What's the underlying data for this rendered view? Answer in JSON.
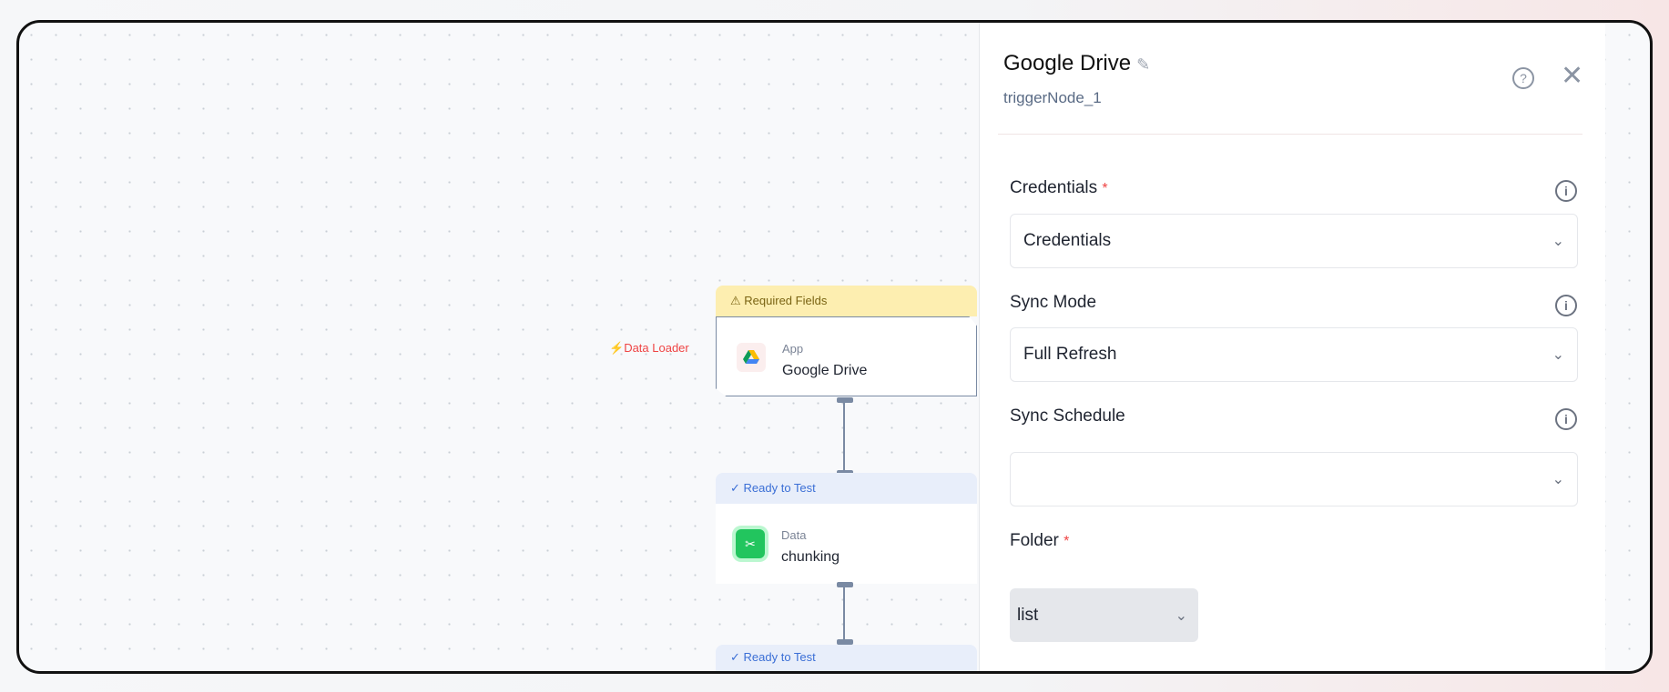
{
  "canvas": {
    "trigger_label": "Data Loader",
    "nodes": [
      {
        "status": "Required Fields",
        "status_icon": "warning-icon",
        "kind": "App",
        "name": "Google Drive",
        "icon": "google-drive-icon"
      },
      {
        "status": "Ready to Test",
        "status_icon": "check-icon",
        "kind": "Data",
        "name": "chunking",
        "icon": "chunking-icon"
      },
      {
        "status": "Ready to Test",
        "status_icon": "check-icon"
      }
    ]
  },
  "panel": {
    "title": "Google Drive",
    "subtitle": "triggerNode_1",
    "fields": [
      {
        "label": "Credentials",
        "required": "*",
        "value": "Credentials"
      },
      {
        "label": "Sync Mode",
        "value": "Full Refresh"
      },
      {
        "label": "Sync Schedule",
        "value": ""
      },
      {
        "label": "Folder",
        "required": "*",
        "value": "list"
      }
    ]
  },
  "colors": {
    "required": "#ef4444",
    "warning_bg": "#fdeeb0",
    "ready_bg": "#e8eefa",
    "ready_text": "#3b6fd6"
  }
}
